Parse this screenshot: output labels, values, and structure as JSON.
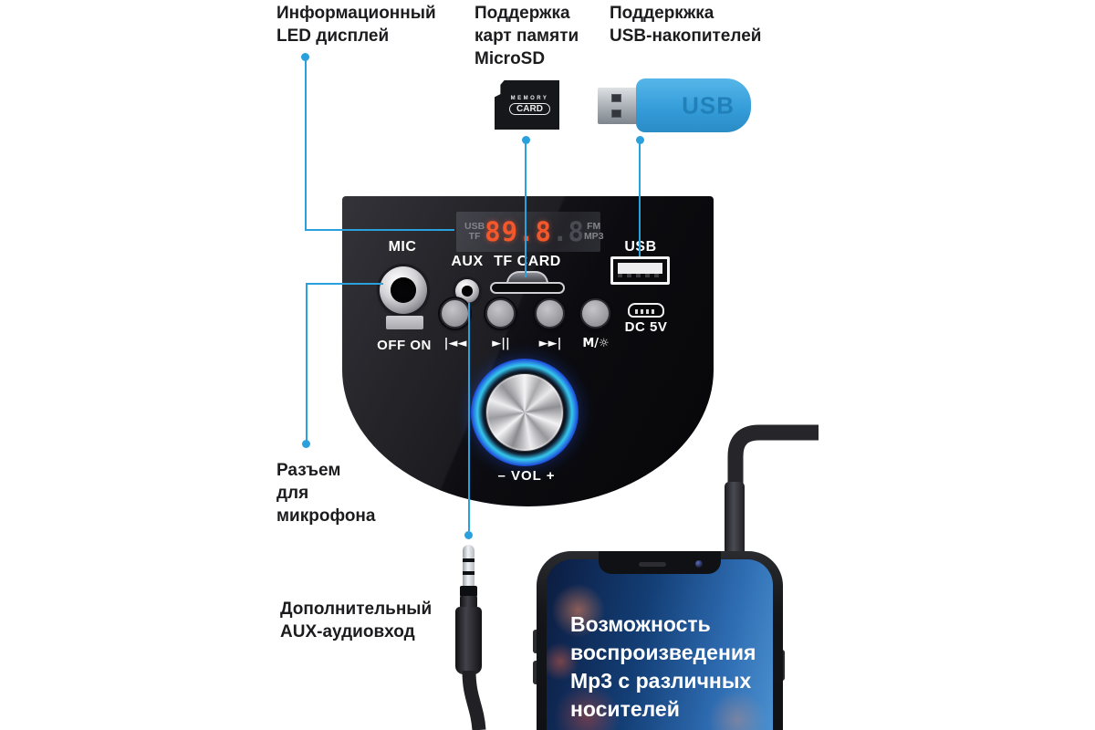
{
  "colors": {
    "callout_blue": "#2aa0dc",
    "label_text": "#1c1c1e",
    "display_digits_orange": "#f4572b",
    "usb_drive_blue": "#3aa3df",
    "led_ring_blue": "#1b3fd6"
  },
  "callouts": {
    "led": {
      "text": "Информационный\nLED дисплей"
    },
    "microsd": {
      "text": "Поддержка\nкарт памяти\nMicroSD"
    },
    "usb": {
      "text": "Поддеркжка\nUSB-накопителей"
    },
    "mic": {
      "text": "Разъем\nдля\nмикрофона"
    },
    "aux": {
      "text": "Дополнительный\nAUX-аудиовход"
    }
  },
  "icons": {
    "sd_card": {
      "memory": "MEMORY",
      "card": "CARD"
    },
    "usb_drive": {
      "label": "USB"
    }
  },
  "panel": {
    "display": {
      "usb": "USB",
      "tf": "TF",
      "digits": "89.8",
      "ghost": ".8",
      "fm": "FM",
      "mp3": "MP3"
    },
    "mic_label": "MIC",
    "aux_label": "AUX",
    "tf_card_label": "TF CARD",
    "usb_label": "USB",
    "power_label": "OFF ON",
    "dc_label": "DC 5V",
    "volume_label": "– VOL +",
    "buttons": [
      {
        "glyph": "|◄◄",
        "name": "previous"
      },
      {
        "glyph": "►||",
        "name": "play-pause"
      },
      {
        "glyph": "►►|",
        "name": "next"
      },
      {
        "glyph": "M/☼",
        "name": "mode-light"
      }
    ]
  },
  "phone": {
    "screen_text": "Возможность\nвоспроизведения\nМр3 с различных\nносителей"
  }
}
